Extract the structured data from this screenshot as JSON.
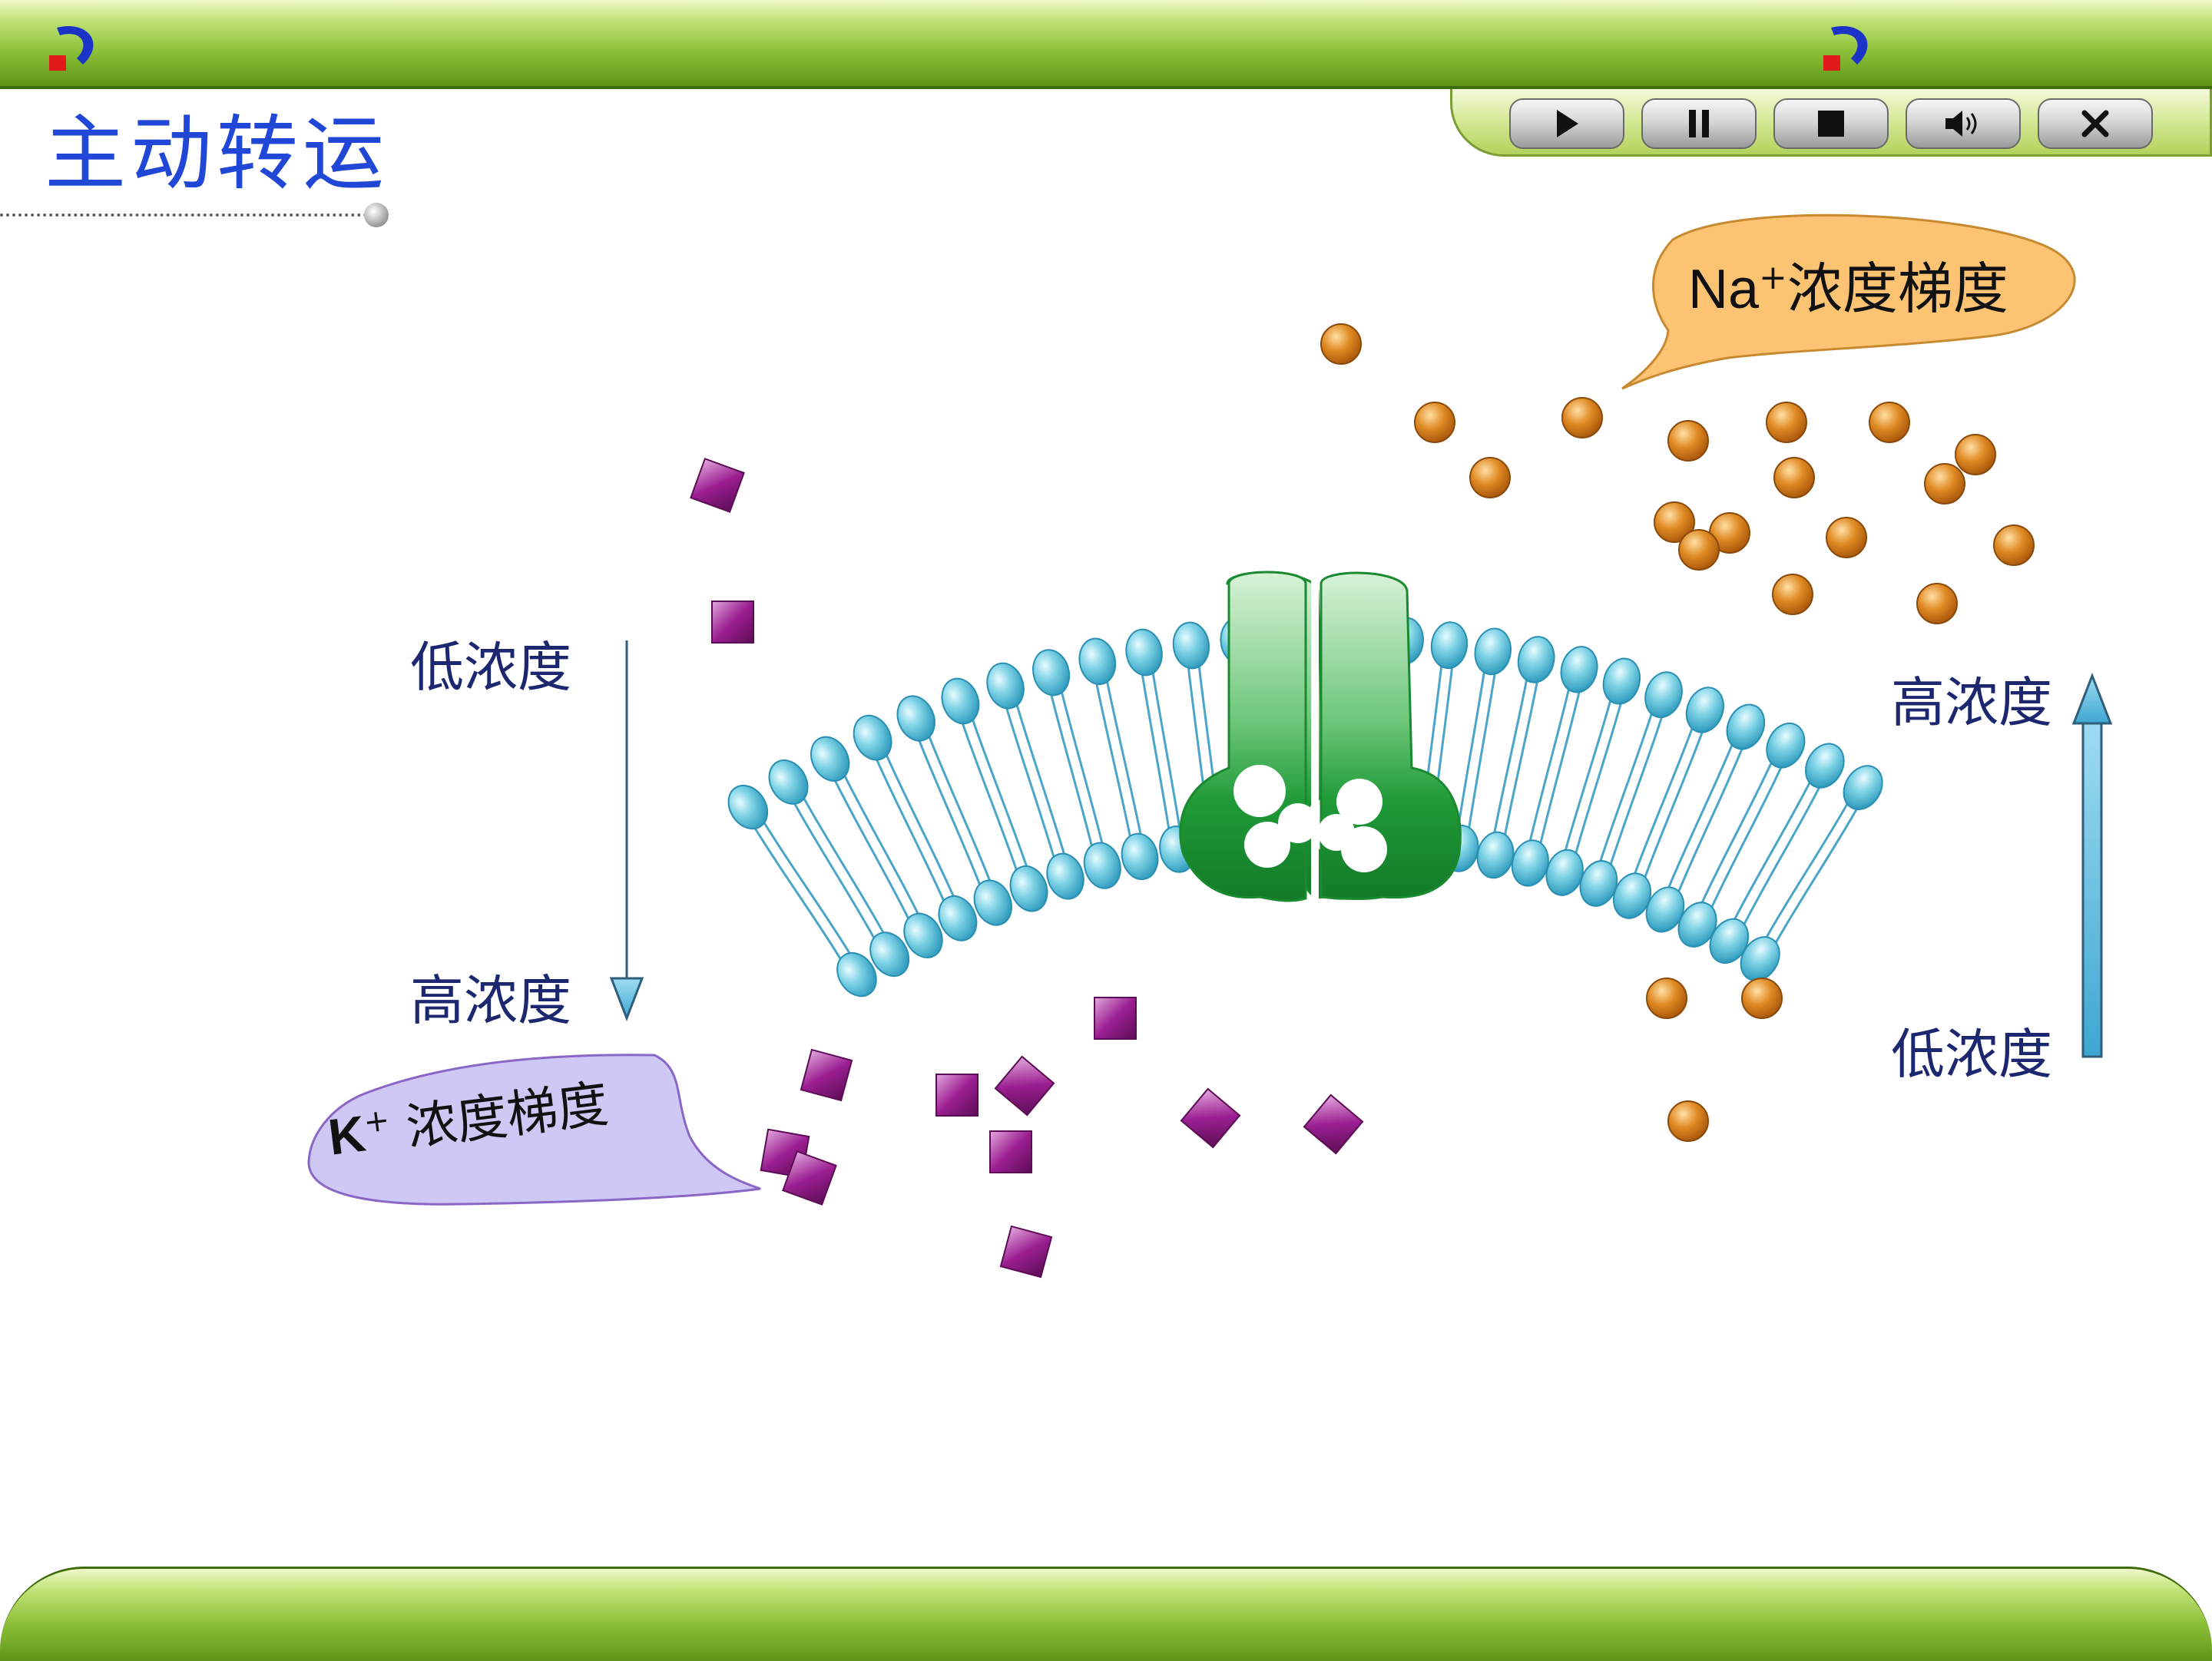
{
  "header": {
    "title": "主动转运"
  },
  "toolbar": {
    "buttons": [
      {
        "id": "play",
        "icon": "play-icon"
      },
      {
        "id": "pause",
        "icon": "pause-icon"
      },
      {
        "id": "stop",
        "icon": "stop-icon"
      },
      {
        "id": "sound",
        "icon": "speaker-icon"
      },
      {
        "id": "close",
        "icon": "close-icon"
      }
    ]
  },
  "diagram": {
    "na_label": {
      "main": "Na",
      "sup": "+",
      "rest": "浓度梯度"
    },
    "k_label": {
      "main": "K",
      "sup": "+",
      "rest": " 浓度梯度"
    },
    "left_arrow": {
      "top_text": "低浓度",
      "bottom_text": "高浓度"
    },
    "right_arrow": {
      "top_text": "高浓度",
      "bottom_text": "低浓度"
    }
  },
  "colors": {
    "title": "#2047d6",
    "label": "#1c2770",
    "na_ion": "#d9781a",
    "k_ion": "#9b1e91",
    "membrane_head": "#5cc2dc",
    "protein": "#1f9a37",
    "na_bubble": "#fcc372",
    "k_bubble": "#cfc8f5",
    "arrow": "#4fb7e0"
  }
}
